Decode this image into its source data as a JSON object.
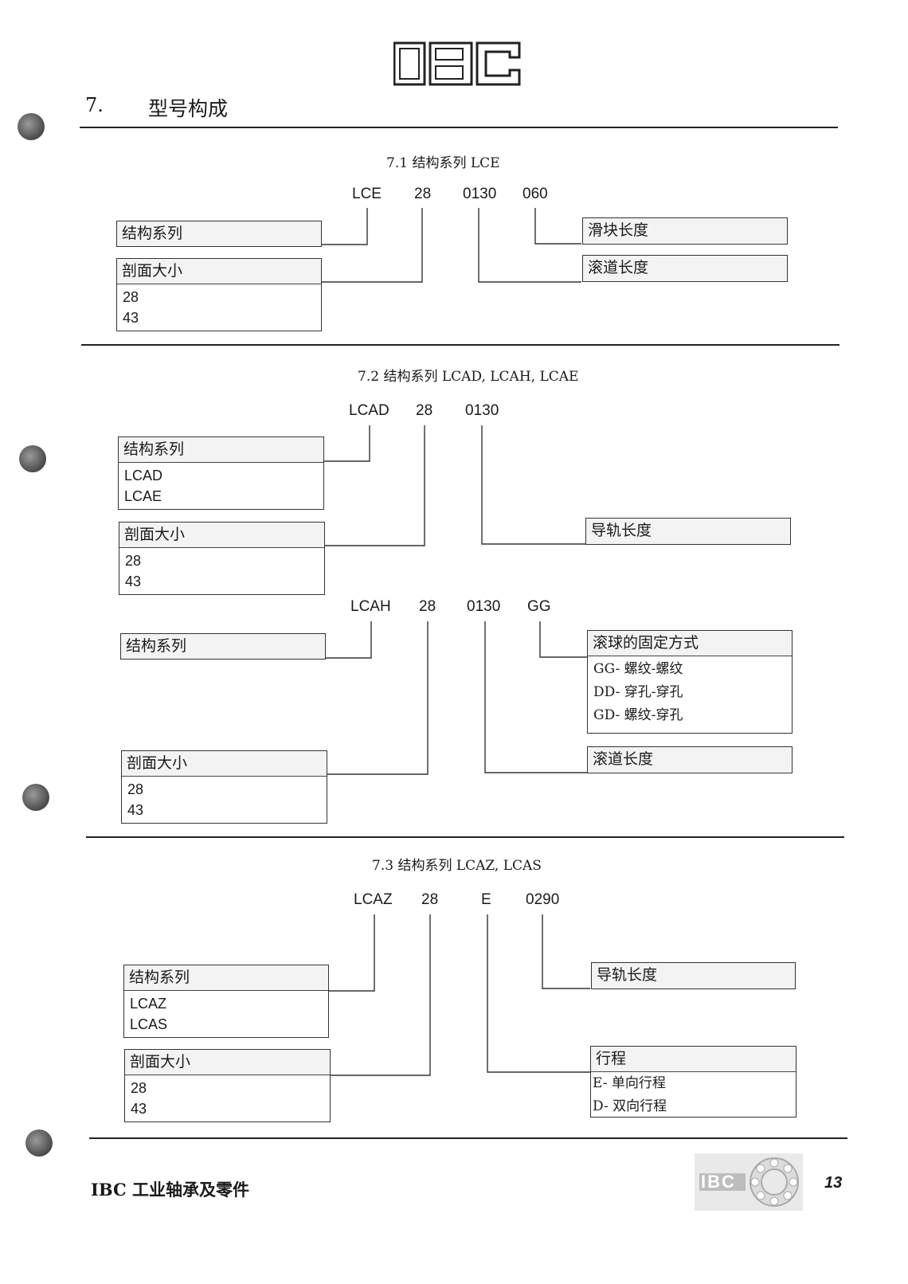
{
  "logo": {
    "text": "IBC"
  },
  "heading": {
    "number": "7.",
    "title": "型号构成"
  },
  "sections": [
    {
      "title": "7.1  结构系列  LCE",
      "codes": [
        "LCE",
        "28",
        "0130",
        "060"
      ],
      "boxes": {
        "series": {
          "header": "结构系列"
        },
        "size": {
          "header": "剖面大小",
          "items": [
            "28",
            "43"
          ]
        },
        "slider": {
          "header": "滑块长度"
        },
        "track": {
          "header": "滚道长度"
        }
      }
    },
    {
      "title": "7.2  结构系列  LCAD, LCAH, LCAE",
      "codes_a": [
        "LCAD",
        "28",
        "0130"
      ],
      "boxes_a": {
        "series": {
          "header": "结构系列",
          "items": [
            "LCAD",
            "LCAE"
          ]
        },
        "size": {
          "header": "剖面大小",
          "items": [
            "28",
            "43"
          ]
        },
        "rail": {
          "header": "导轨长度"
        }
      },
      "codes_b": [
        "LCAH",
        "28",
        "0130",
        "GG"
      ],
      "boxes_b": {
        "series": {
          "header": "结构系列"
        },
        "fixing": {
          "header": "滚球的固定方式",
          "items": [
            "GG- 螺纹-螺纹",
            "DD- 穿孔-穿孔",
            "GD- 螺纹-穿孔"
          ]
        },
        "size": {
          "header": "剖面大小",
          "items": [
            "28",
            "43"
          ]
        },
        "track": {
          "header": "滚道长度"
        }
      }
    },
    {
      "title": "7.3  结构系列  LCAZ, LCAS",
      "codes": [
        "LCAZ",
        "28",
        "E",
        "0290"
      ],
      "boxes": {
        "series": {
          "header": "结构系列",
          "items": [
            "LCAZ",
            "LCAS"
          ]
        },
        "size": {
          "header": "剖面大小",
          "items": [
            "28",
            "43"
          ]
        },
        "rail": {
          "header": "导轨长度"
        },
        "stroke": {
          "header": "行程",
          "items": [
            "E- 单向行程",
            "D- 双向行程"
          ]
        }
      }
    }
  ],
  "footer": {
    "company": "IBC 工业轴承及零件",
    "logo_text": "IBC",
    "page_number": "13"
  }
}
